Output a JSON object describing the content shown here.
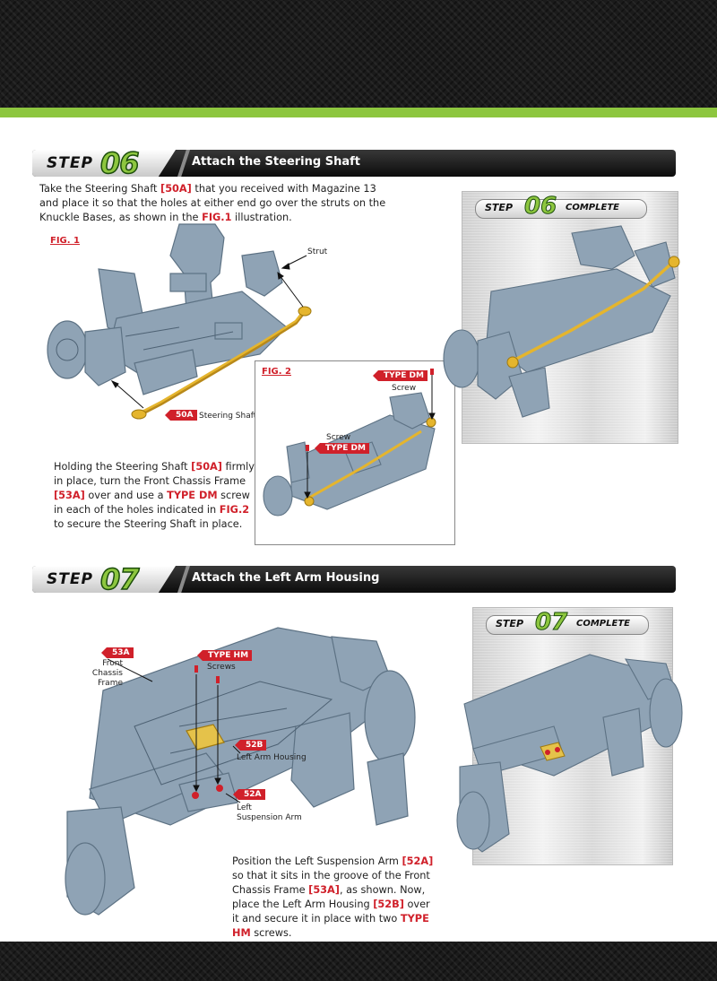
{
  "step06": {
    "word": "STEP",
    "number": "06",
    "title": "Attach the Steering Shaft",
    "intro": {
      "t1": "Take the Steering Shaft ",
      "r1": "[50A]",
      "t2": " that you received with Magazine 13 and place it so that the holes at either end go over the struts on the Knuckle Bases, as shown in the ",
      "r2": "FIG.1",
      "t3": " illustration."
    },
    "fig1": {
      "label": "FIG. 1",
      "strut_label": "Strut",
      "part_tag": "50A",
      "part_label": "Steering Shaft"
    },
    "fig2": {
      "label": "FIG. 2",
      "tag_right": "TYPE DM",
      "screw_right": "Screw",
      "screw_left": "Screw",
      "tag_left": "TYPE DM"
    },
    "second": {
      "t1": "Holding the Steering Shaft ",
      "r1": "[50A]",
      "t2": " firmly in place, turn the Front Chassis Frame ",
      "r2": "[53A]",
      "t3": " over and use a ",
      "r3": "TYPE DM",
      "t4": " screw in each of the holes indicated in ",
      "r4": "FIG.2",
      "t5": " to secure the Steering Shaft in place."
    },
    "complete": {
      "step": "STEP",
      "number": "06",
      "word": "COMPLETE"
    }
  },
  "step07": {
    "word": "STEP",
    "number": "07",
    "title": "Attach the Left Arm Housing",
    "callouts": {
      "tag_53a": "53A",
      "label_53a_1": "Front Chassis",
      "label_53a_2": "Frame",
      "tag_hm": "TYPE HM",
      "label_hm": "Screws",
      "tag_52b": "52B",
      "label_52b": "Left Arm Housing",
      "tag_52a": "52A",
      "label_52a_1": "Left",
      "label_52a_2": "Suspension Arm"
    },
    "body": {
      "t1": "Position the Left Suspension Arm ",
      "r1": "[52A]",
      "t2": " so that it sits in the groove of the Front Chassis Frame ",
      "r2": "[53A]",
      "t3": ", as shown. Now, place the Left Arm Housing ",
      "r3": "[52B]",
      "t4": " over it and secure it in place with two ",
      "r4": "TYPE HM",
      "t5": " screws."
    },
    "complete": {
      "step": "STEP",
      "number": "07",
      "word": "COMPLETE"
    }
  },
  "colors": {
    "accent_green": "#8dc63f",
    "ref_red": "#d0202a",
    "part_gray": "#8fa3b5",
    "shaft_yellow": "#e5b52d"
  }
}
